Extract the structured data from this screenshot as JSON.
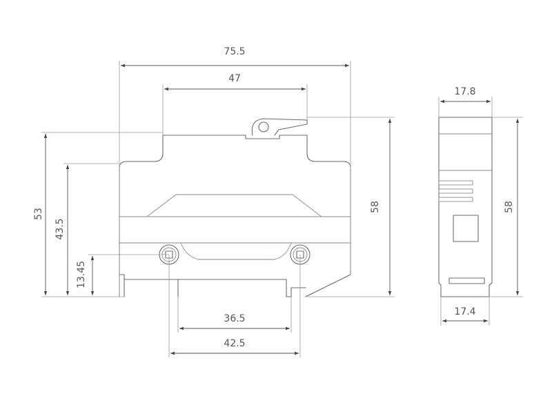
{
  "dimensions": {
    "overall_width": "75.5",
    "top_width": "47",
    "height_front": "58",
    "height_left": "53",
    "height_mid": "43.5",
    "terminal_height": "13.45",
    "terminal_inner": "36.5",
    "terminal_outer": "42.5",
    "side_top_width": "17.8",
    "side_bottom_width": "17.4",
    "side_height": "58"
  },
  "colors": {
    "line": "#6a6a6a",
    "text": "#555555",
    "background": "#ffffff"
  }
}
